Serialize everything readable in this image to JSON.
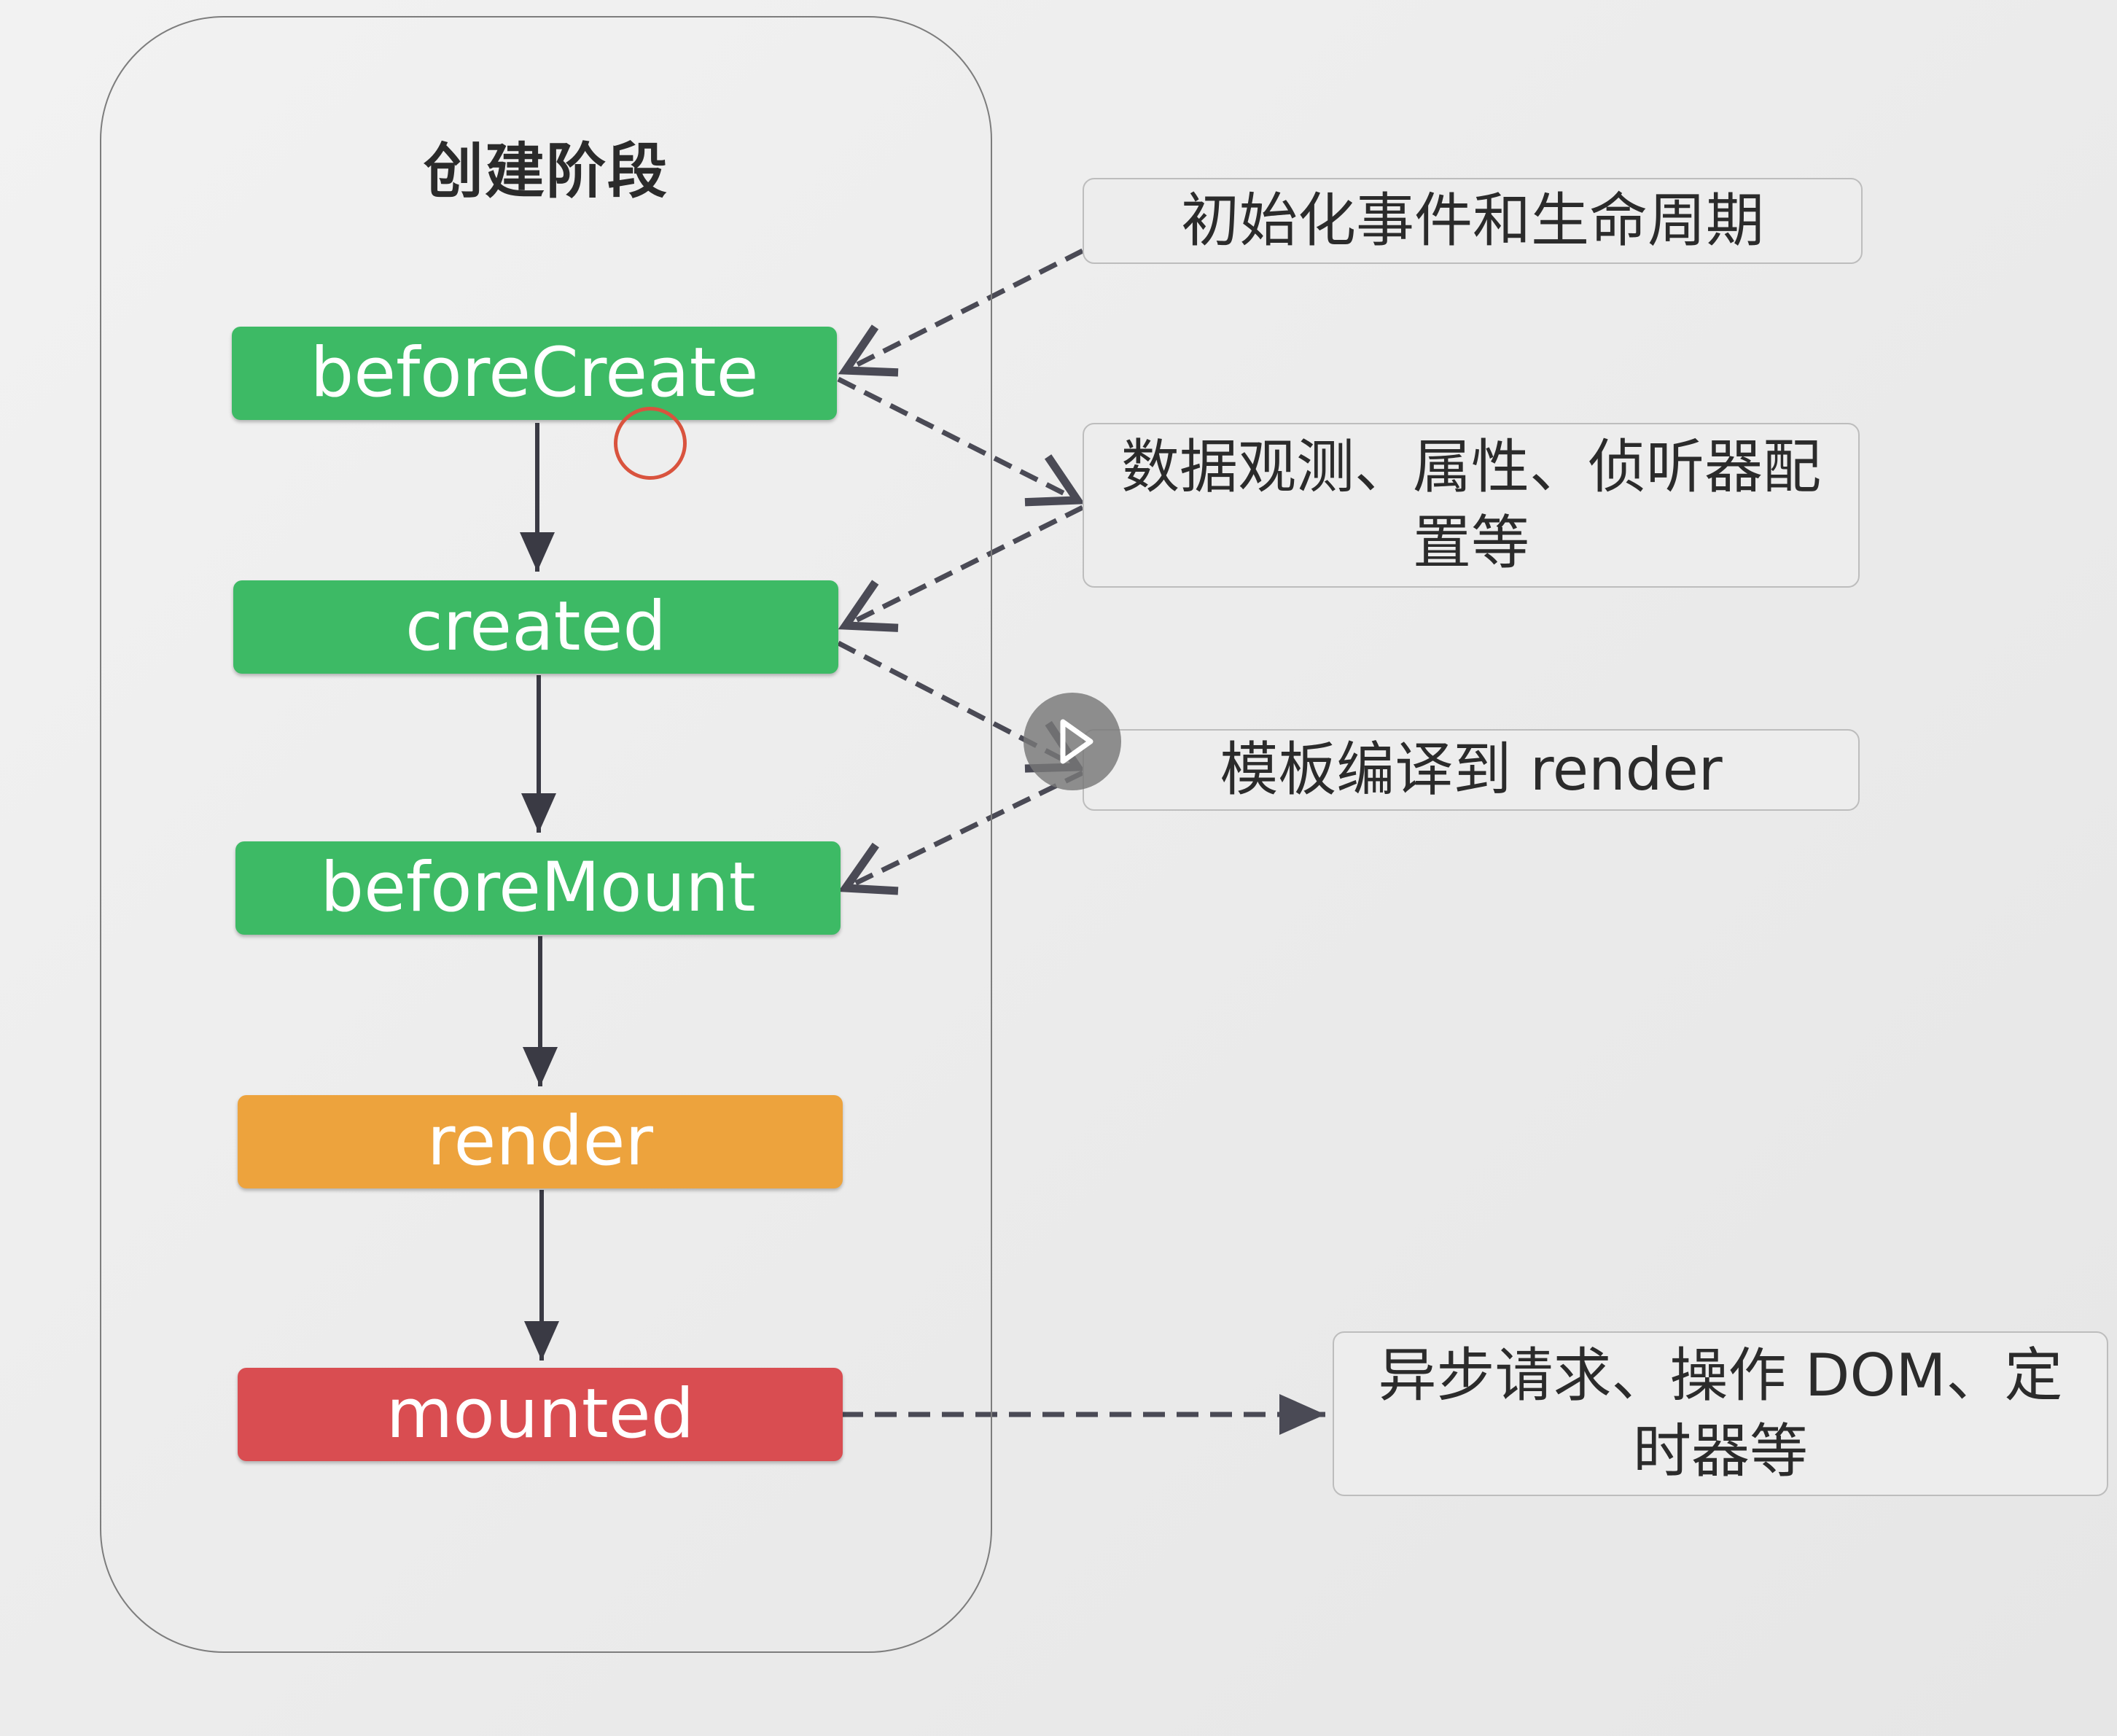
{
  "stage_title": "创建阶段",
  "hooks": [
    {
      "id": "beforeCreate",
      "label": "beforeCreate",
      "color": "#3dba65"
    },
    {
      "id": "created",
      "label": "created",
      "color": "#3dba65"
    },
    {
      "id": "beforeMount",
      "label": "beforeMount",
      "color": "#3dba65"
    },
    {
      "id": "render",
      "label": "render",
      "color": "#eda33d"
    },
    {
      "id": "mounted",
      "label": "mounted",
      "color": "#d94d51"
    }
  ],
  "notes": [
    {
      "id": "init",
      "text": "初始化事件和生命周期"
    },
    {
      "id": "data",
      "text": "数据观测、属性、侦听器配置等"
    },
    {
      "id": "template",
      "text": "模板编译到 render"
    },
    {
      "id": "async",
      "text": "异步请求、操作 DOM、定时器等"
    }
  ],
  "colors": {
    "solid_arrow": "#3a3a44",
    "dashed_arrow": "#4a4a55",
    "panel_border": "#7d7d7d"
  },
  "icons": [
    "cursor-ring-icon",
    "play-icon"
  ]
}
